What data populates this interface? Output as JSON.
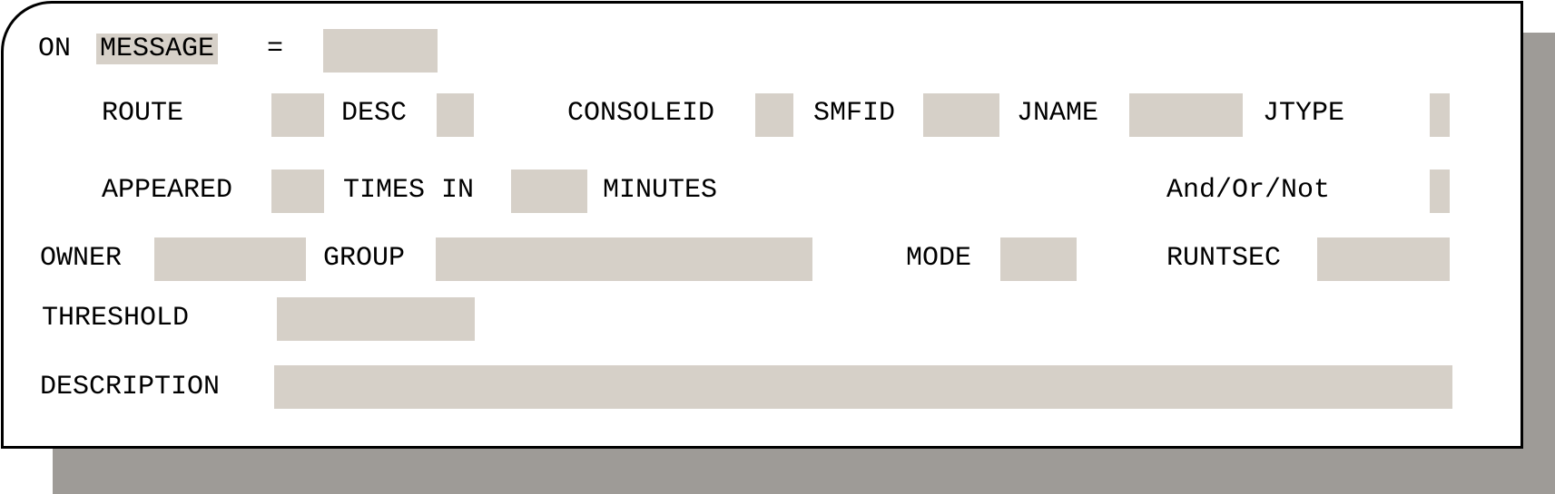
{
  "colors": {
    "field_fill": "#d6d0c8",
    "shadow": "#9e9b97",
    "border": "#000000",
    "background": "#ffffff"
  },
  "labels": {
    "on": "ON",
    "message": "MESSAGE",
    "equals": "=",
    "route": "ROUTE",
    "desc": "DESC",
    "consoleid": "CONSOLEID",
    "smfid": "SMFID",
    "jname": "JNAME",
    "jtype": "JTYPE",
    "appeared": "APPEARED",
    "times_in": "TIMES IN",
    "minutes": "MINUTES",
    "and_or_not": "And/Or/Not",
    "owner": "OWNER",
    "group": "GROUP",
    "mode": "MODE",
    "runtsec": "RUNTSEC",
    "threshold": "THRESHOLD",
    "description": "DESCRIPTION"
  },
  "fields": {
    "message": "",
    "route": "",
    "desc": "",
    "consoleid": "",
    "smfid": "",
    "jname": "",
    "jtype": "",
    "appeared": "",
    "times_in": "",
    "and_or_not": "",
    "owner": "",
    "group": "",
    "mode": "",
    "runtsec": "",
    "threshold": "",
    "description": ""
  }
}
